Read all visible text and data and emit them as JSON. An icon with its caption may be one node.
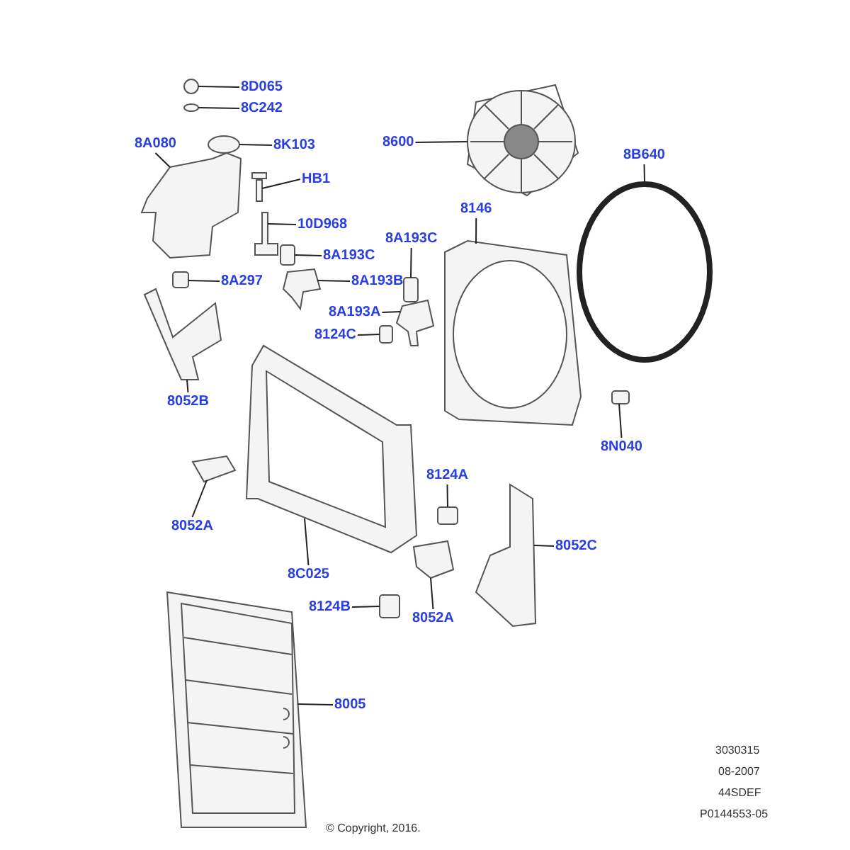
{
  "diagram": {
    "nodes": [
      {
        "text": [
          "8D065"
        ]
      },
      {
        "text": [
          "8C242"
        ]
      },
      {
        "text": [
          "8K103"
        ]
      },
      {
        "text": [
          "8A080"
        ]
      },
      {
        "text": [
          "HB1"
        ]
      },
      {
        "text": [
          "10D968"
        ]
      },
      {
        "text": [
          "8A193C"
        ]
      },
      {
        "text": [
          "8A193B"
        ]
      },
      {
        "text": [
          "8A297"
        ]
      },
      {
        "text": [
          "8A193C"
        ]
      },
      {
        "text": [
          "8A193A"
        ]
      },
      {
        "text": [
          "8124C"
        ]
      },
      {
        "text": [
          "8052B"
        ]
      },
      {
        "text": [
          "8600"
        ]
      },
      {
        "text": [
          "8B640"
        ]
      },
      {
        "text": [
          "8146"
        ]
      },
      {
        "text": [
          "8N040"
        ]
      },
      {
        "text": [
          "8052A"
        ]
      },
      {
        "text": [
          "8124A"
        ]
      },
      {
        "text": [
          "8C025"
        ]
      },
      {
        "text": [
          "8052C"
        ]
      },
      {
        "text": [
          "8124B"
        ]
      },
      {
        "text": [
          "8052A"
        ]
      },
      {
        "text": [
          "8005"
        ]
      },
      {
        "text": [],
        "shape": "circle"
      },
      {
        "text": [],
        "shape": "circle"
      },
      {
        "text": [],
        "shape": "circle"
      },
      {
        "text": [],
        "shape": "picture"
      },
      {
        "text": [],
        "shape": "picture"
      },
      {
        "text": [],
        "shape": "picture"
      },
      {
        "text": [],
        "shape": "box"
      },
      {
        "text": [],
        "shape": "picture"
      },
      {
        "text": [],
        "shape": "box"
      },
      {
        "text": [],
        "shape": "box"
      },
      {
        "text": [],
        "shape": "picture"
      },
      {
        "text": [],
        "shape": "box"
      },
      {
        "text": [],
        "shape": "picture"
      },
      {
        "text": [],
        "shape": "picture"
      },
      {
        "text": [],
        "shape": "circle"
      },
      {
        "text": [],
        "shape": "picture"
      },
      {
        "text": [],
        "shape": "box"
      },
      {
        "text": [],
        "shape": "picture"
      },
      {
        "text": [],
        "shape": "box"
      },
      {
        "text": [],
        "shape": "picture"
      },
      {
        "text": [],
        "shape": "picture"
      },
      {
        "text": [],
        "shape": "box"
      },
      {
        "text": [],
        "shape": "picture"
      },
      {
        "text": [],
        "shape": "picture"
      }
    ],
    "edges": [
      {
        "from": 0,
        "to": 24,
        "arrow": "none"
      },
      {
        "from": 1,
        "to": 25,
        "arrow": "none"
      },
      {
        "from": 2,
        "to": 26,
        "arrow": "none"
      },
      {
        "from": 3,
        "to": 27,
        "arrow": "none"
      },
      {
        "from": 4,
        "to": 28,
        "arrow": "none"
      },
      {
        "from": 5,
        "to": 29,
        "arrow": "none"
      },
      {
        "from": 6,
        "to": 30,
        "arrow": "none"
      },
      {
        "from": 7,
        "to": 31,
        "arrow": "none"
      },
      {
        "from": 8,
        "to": 32,
        "arrow": "none"
      },
      {
        "from": 9,
        "to": 33,
        "arrow": "none"
      },
      {
        "from": 10,
        "to": 34,
        "arrow": "none"
      },
      {
        "from": 11,
        "to": 35,
        "arrow": "none"
      },
      {
        "from": 12,
        "to": 36,
        "arrow": "none"
      },
      {
        "from": 13,
        "to": 37,
        "arrow": "none"
      },
      {
        "from": 14,
        "to": 38,
        "arrow": "none"
      },
      {
        "from": 15,
        "to": 39,
        "arrow": "none"
      },
      {
        "from": 16,
        "to": 40,
        "arrow": "none"
      },
      {
        "from": 17,
        "to": 41,
        "arrow": "none"
      },
      {
        "from": 18,
        "to": 42,
        "arrow": "none"
      },
      {
        "from": 19,
        "to": 43,
        "arrow": "none"
      },
      {
        "from": 20,
        "to": 44,
        "arrow": "none"
      },
      {
        "from": 21,
        "to": 45,
        "arrow": "none"
      },
      {
        "from": 22,
        "to": 46,
        "arrow": "none"
      },
      {
        "from": 23,
        "to": 47,
        "arrow": "none"
      }
    ],
    "labels": [
      "3030315",
      "08-2007",
      "44SDEF",
      "P0144553-05",
      "© Copyright, 2016."
    ]
  }
}
